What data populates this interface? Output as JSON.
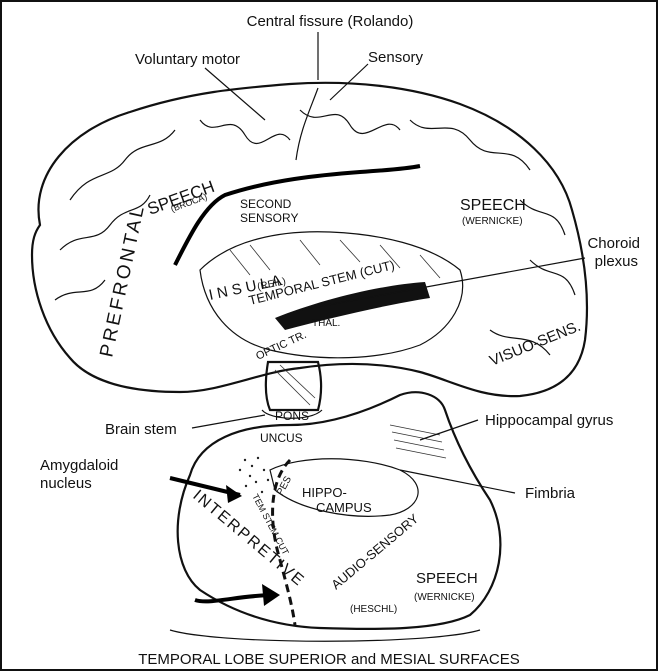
{
  "labels": {
    "central_fissure": "Central fissure (Rolando)",
    "voluntary_motor": "Voluntary motor",
    "sensory": "Sensory",
    "speech_broca": "SPEECH",
    "broca": "(BROCA)",
    "second_sensory_1": "SECOND",
    "second_sensory_2": "SENSORY",
    "speech_wernicke_top": "SPEECH",
    "wernicke_top": "(WERNICKE)",
    "choroid_1": "Choroid",
    "choroid_2": "plexus",
    "prefrontal": "PREFRONTAL",
    "insula": "I N S U L A",
    "reil": "(REIL)",
    "temporal_stem": "TEMPORAL STEM (CUT)",
    "thal": "THAL.",
    "visuo_sens": "VISUO-SENS.",
    "optic_tr": "OPTIC TR.",
    "brain_stem": "Brain stem",
    "pons": "PONS",
    "hippocampal_gyrus": "Hippocampal gyrus",
    "amygdaloid_1": "Amygdaloid",
    "amygdaloid_2": "nucleus",
    "uncus": "UNCUS",
    "pes": "PES",
    "hippocampus_1": "HIPPO-",
    "hippocampus_2": "CAMPUS",
    "fimbria": "Fimbria",
    "interpretive": "INTERPRETIVE",
    "tem_stem_cut": "TEM STEM CUT",
    "audio_sensory": "AUDIO-SENSORY",
    "heschl": "(HESCHL)",
    "speech_wernicke_bottom": "SPEECH",
    "wernicke_bottom": "(WERNICKE)"
  },
  "caption": "TEMPORAL LOBE SUPERIOR and MESIAL SURFACES"
}
